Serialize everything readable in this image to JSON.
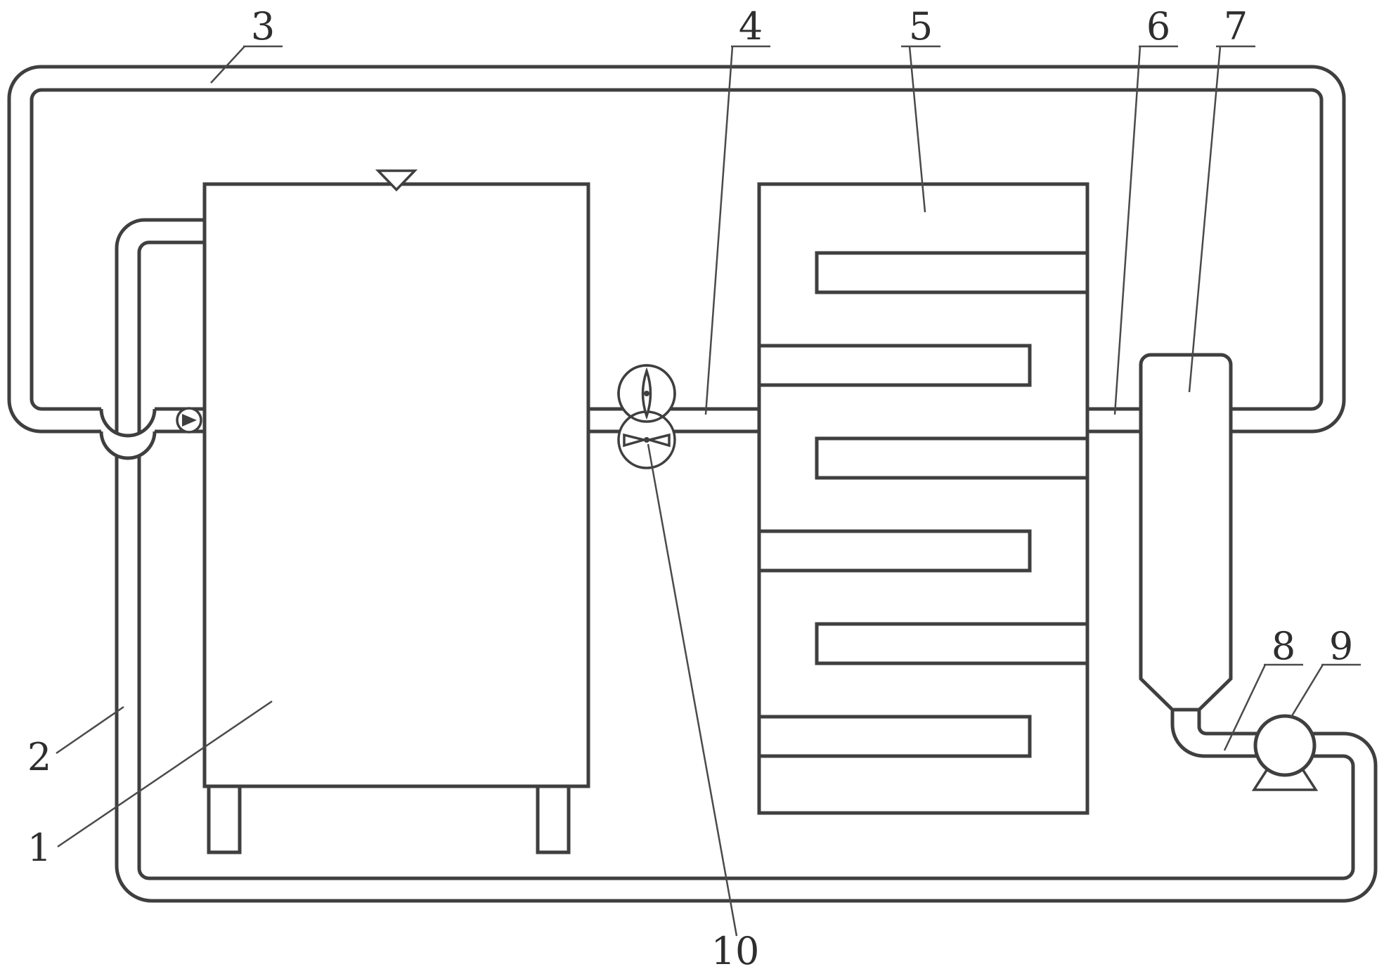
{
  "figure": {
    "background_color": "#ffffff",
    "line_color": "#3f3f3f",
    "kind": "patent-style piping and heat-exchange system diagram"
  },
  "labels": [
    {
      "text": "1",
      "component": "storage-tank"
    },
    {
      "text": "2",
      "component": "left-return-pipe"
    },
    {
      "text": "3",
      "component": "top-loop-pipe"
    },
    {
      "text": "4",
      "component": "middle-connecting-pipe"
    },
    {
      "text": "5",
      "component": "heat-exchanger"
    },
    {
      "text": "6",
      "component": "outlet-connecting-pipe"
    },
    {
      "text": "7",
      "component": "cyclone-separator"
    },
    {
      "text": "8",
      "component": "elbow-pipe"
    },
    {
      "text": "9",
      "component": "circulation-pump"
    },
    {
      "text": "10",
      "component": "inline-fan-pump"
    }
  ]
}
